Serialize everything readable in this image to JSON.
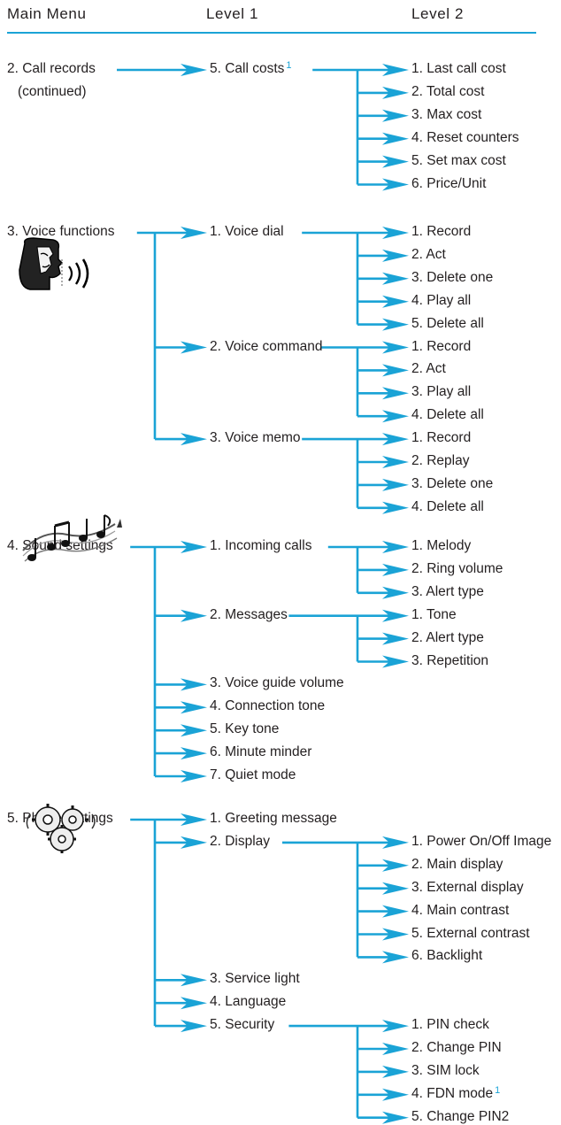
{
  "header": {
    "col0": "Main Menu",
    "col1": "Level 1",
    "col2": "Level 2"
  },
  "accent_color": "#1aa3d6",
  "sections": [
    {
      "main": [
        "2. Call records",
        "(continued)"
      ],
      "level1": [
        {
          "label": "5. Call costs",
          "footnote": "1",
          "children": [
            {
              "label": "1. Last call cost"
            },
            {
              "label": "2. Total cost"
            },
            {
              "label": "3. Max cost"
            },
            {
              "label": "4. Reset counters"
            },
            {
              "label": "5. Set max cost"
            },
            {
              "label": "6. Price/Unit"
            }
          ]
        }
      ]
    },
    {
      "main": [
        "3. Voice functions"
      ],
      "icon": "voice-head-icon",
      "level1": [
        {
          "label": "1. Voice dial",
          "children": [
            {
              "label": "1. Record"
            },
            {
              "label": "2. Act"
            },
            {
              "label": "3. Delete one"
            },
            {
              "label": "4. Play all"
            },
            {
              "label": "5. Delete all"
            }
          ]
        },
        {
          "label": "2. Voice command",
          "children": [
            {
              "label": "1. Record"
            },
            {
              "label": "2. Act"
            },
            {
              "label": "3. Play all"
            },
            {
              "label": "4. Delete all"
            }
          ]
        },
        {
          "label": "3. Voice memo",
          "children": [
            {
              "label": "1. Record"
            },
            {
              "label": "2. Replay"
            },
            {
              "label": "3. Delete one"
            },
            {
              "label": "4. Delete all"
            }
          ]
        }
      ]
    },
    {
      "main": [
        "4. Sound settings"
      ],
      "icon": "music-notes-icon",
      "level1": [
        {
          "label": "1. Incoming calls",
          "children": [
            {
              "label": "1. Melody"
            },
            {
              "label": "2. Ring volume"
            },
            {
              "label": "3. Alert type"
            }
          ]
        },
        {
          "label": "2. Messages",
          "children": [
            {
              "label": "1. Tone"
            },
            {
              "label": "2. Alert type"
            },
            {
              "label": "3. Repetition"
            }
          ]
        },
        {
          "label": "3. Voice guide volume",
          "children": []
        },
        {
          "label": "4. Connection tone",
          "children": []
        },
        {
          "label": "5. Key tone",
          "children": []
        },
        {
          "label": "6. Minute minder",
          "children": []
        },
        {
          "label": "7. Quiet mode",
          "children": []
        }
      ]
    },
    {
      "main": [
        "5. Phone settings"
      ],
      "icon": "gears-icon",
      "level1": [
        {
          "label": "1. Greeting message",
          "children": []
        },
        {
          "label": "2. Display",
          "children": [
            {
              "label": "1. Power On/Off Image"
            },
            {
              "label": "2. Main display"
            },
            {
              "label": "3. External display"
            },
            {
              "label": "4. Main contrast"
            },
            {
              "label": "5. External contrast"
            },
            {
              "label": "6. Backlight"
            }
          ]
        },
        {
          "label": "3. Service light",
          "children": []
        },
        {
          "label": "4. Language",
          "children": []
        },
        {
          "label": "5. Security",
          "children": [
            {
              "label": "1. PIN check"
            },
            {
              "label": "2. Change PIN"
            },
            {
              "label": "3. SIM lock"
            },
            {
              "label": "4. FDN mode",
              "footnote": "1"
            },
            {
              "label": "5. Change PIN2"
            }
          ]
        }
      ]
    }
  ]
}
